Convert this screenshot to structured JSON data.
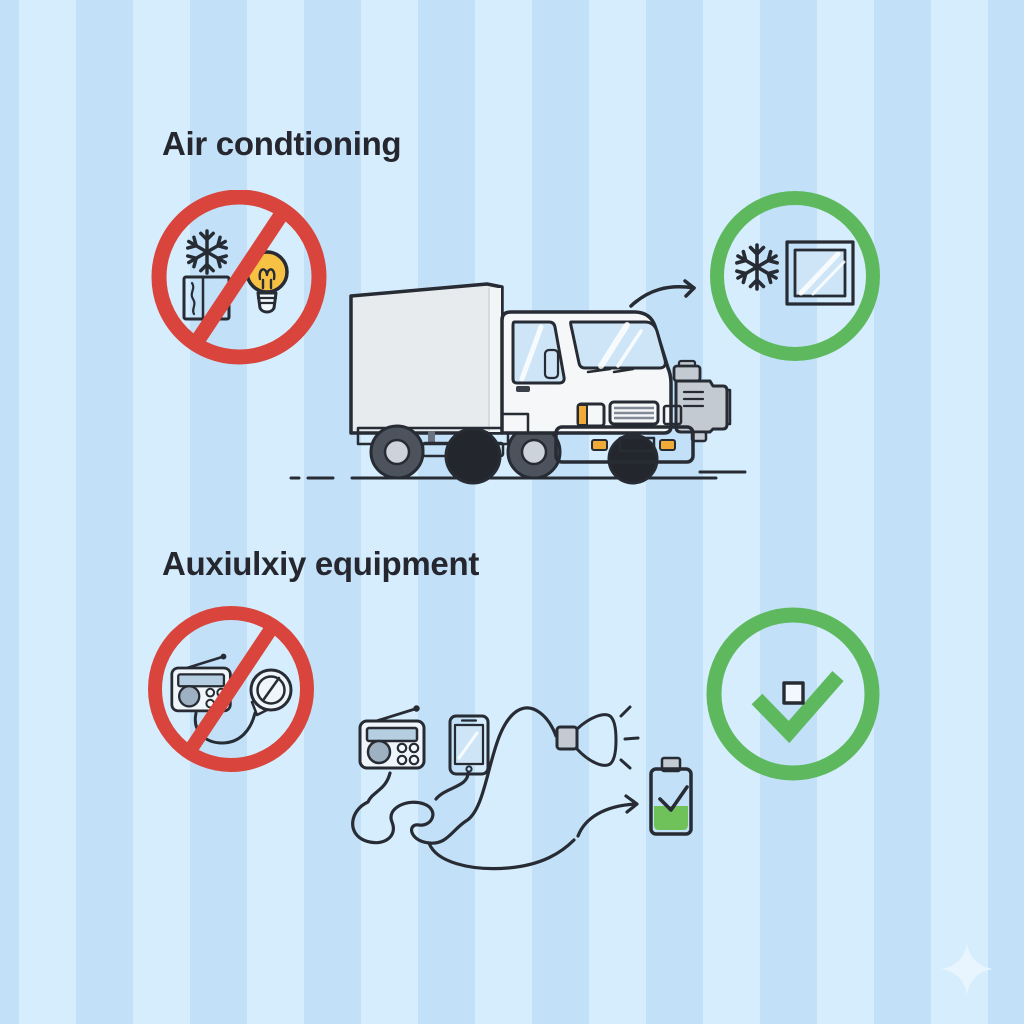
{
  "colors": {
    "ink": "#272b33",
    "text_ink": "#26262e",
    "prohibit_red": "#d9453c",
    "allow_green": "#5eb95e",
    "stripe_light": "#d5edfd",
    "stripe_dark": "#c2e1f8",
    "glass_blue": "#cde5f7",
    "bulb_yellow": "#f7c244",
    "accent_orange": "#f0aa38",
    "truck_body": "#f5f7f8",
    "cargo_gray": "#e7ebed",
    "metal_gray": "#c3cad2",
    "wheel_gray": "#4d535d",
    "hub_gray": "#ccd3da",
    "battery_green": "#6fc15a",
    "speaker_gray": "#9db1c2",
    "display_blue": "#b6cee2",
    "radio_body": "#eef5fb",
    "sparkle_white": "#e9f5fe"
  },
  "sections": [
    {
      "id": "air-conditioning",
      "title": "Air condtioning",
      "prohibited_icons": [
        "snowflake",
        "window",
        "lightbulb"
      ],
      "allowed_icons": [
        "snowflake",
        "window"
      ],
      "illustration": "box truck driving right with front-mounted generator unit, motion lines and arrow toward allowed sign"
    },
    {
      "id": "auxiliary-equipment",
      "title": "Auxiulxiy equipment",
      "prohibited_icons": [
        "radio",
        "gauge"
      ],
      "allowed_icons": [
        "checkmark",
        "checkbox"
      ],
      "illustration": "radio, smartphone and horn speaker joined by tangled cables, arrow toward battery with checkmark"
    }
  ],
  "decorations": {
    "sparkle": "four-point-star"
  }
}
